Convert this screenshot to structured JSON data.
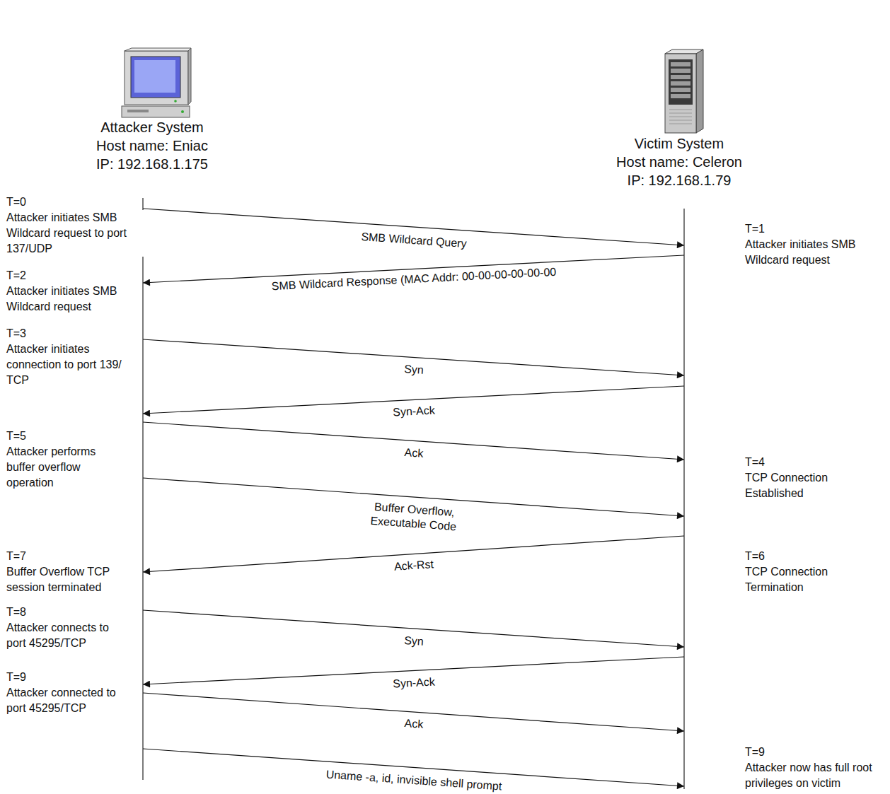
{
  "diagram": {
    "nodes": [
      {
        "text": [
          "Attacker System",
          "Host name: Eniac",
          "IP: 192.168.1.175"
        ]
      },
      {
        "text": [
          "Victim System",
          "Host name: Celeron",
          "IP: 192.168.1.79"
        ]
      }
    ],
    "edges": [
      {
        "from": 0,
        "to": 1,
        "arrow": "to",
        "label": "SMB Wildcard Query"
      },
      {
        "from": 1,
        "to": 0,
        "arrow": "to",
        "label": "SMB Wildcard Response (MAC Addr: 00-00-00-00-00-00"
      },
      {
        "from": 0,
        "to": 1,
        "arrow": "to",
        "label": "Syn"
      },
      {
        "from": 1,
        "to": 0,
        "arrow": "to",
        "label": "Syn-Ack"
      },
      {
        "from": 0,
        "to": 1,
        "arrow": "to",
        "label": "Ack"
      },
      {
        "from": 0,
        "to": 1,
        "arrow": "to",
        "label": "Buffer Overflow, Executable Code"
      },
      {
        "from": 1,
        "to": 0,
        "arrow": "to",
        "label": "Ack-Rst"
      },
      {
        "from": 0,
        "to": 1,
        "arrow": "to",
        "label": "Syn"
      },
      {
        "from": 1,
        "to": 0,
        "arrow": "to",
        "label": "Syn-Ack"
      },
      {
        "from": 0,
        "to": 1,
        "arrow": "to",
        "label": "Ack"
      },
      {
        "from": 0,
        "to": 1,
        "arrow": "to",
        "label": "Uname -a, id, invisible shell prompt"
      }
    ],
    "labels": [
      "T=0",
      "Attacker initiates SMB Wildcard request to port 137/UDP",
      "T=1",
      "Attacker initiates SMB Wildcard request",
      "T=2",
      "Attacker initiates SMB Wildcard request",
      "T=3",
      "Attacker initiates connection to port 139/ TCP",
      "T=5",
      "Attacker performs buffer overflow operation",
      "T=4",
      "TCP Connection Established",
      "T=7",
      "Buffer Overflow TCP session terminated",
      "T=6",
      "TCP Connection Termination",
      "T=8",
      "Attacker connects to port 45295/TCP",
      "T=9",
      "Attacker connected to port 45295/TCP",
      "T=9",
      "Attacker now has full root privileges on victim"
    ]
  }
}
